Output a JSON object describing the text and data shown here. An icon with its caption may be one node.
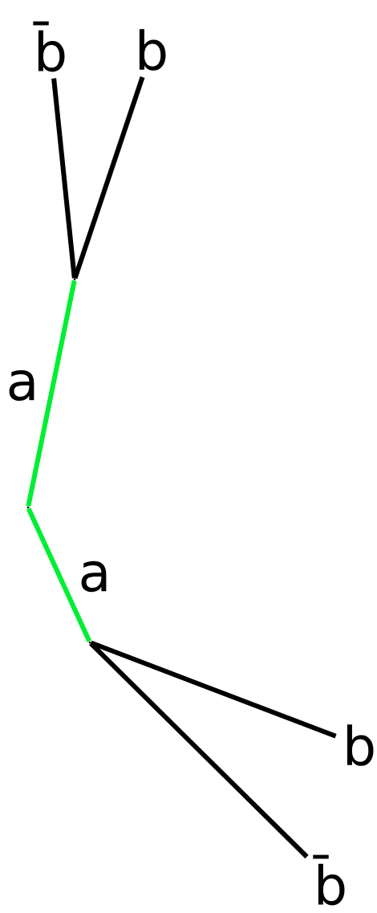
{
  "diagram": {
    "nodes": [
      {
        "text": [
          "b̄"
        ]
      },
      {
        "text": [
          "b"
        ]
      },
      {
        "text": [],
        "shape": "point"
      },
      {
        "text": [],
        "shape": "point"
      },
      {
        "text": [],
        "shape": "point"
      },
      {
        "text": [
          "b"
        ]
      },
      {
        "text": [
          "b̄"
        ]
      }
    ],
    "edges": [
      {
        "from": 2,
        "to": 0,
        "arrow": "none"
      },
      {
        "from": 2,
        "to": 1,
        "arrow": "none"
      },
      {
        "from": 2,
        "to": 3,
        "arrow": "none",
        "label": "a",
        "color": "#00ee33"
      },
      {
        "from": 3,
        "to": 4,
        "arrow": "none",
        "label": "a",
        "color": "#00ee33"
      },
      {
        "from": 4,
        "to": 5,
        "arrow": "none"
      },
      {
        "from": 4,
        "to": 6,
        "arrow": "none"
      }
    ]
  }
}
